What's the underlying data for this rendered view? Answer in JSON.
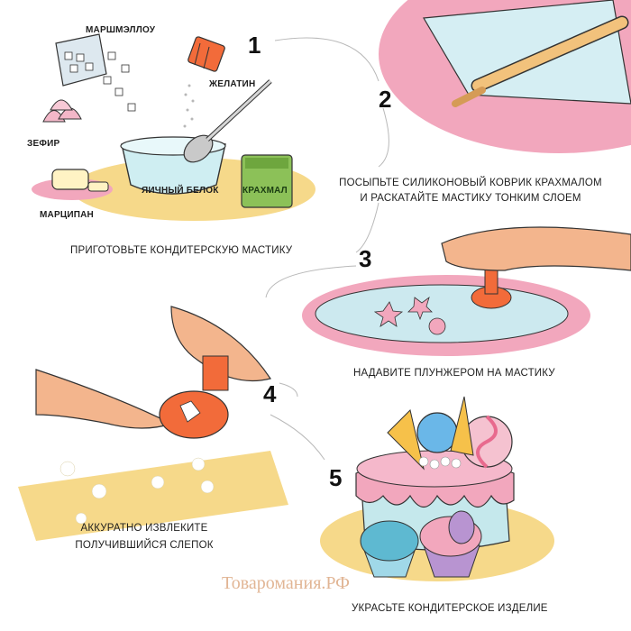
{
  "steps": [
    {
      "number": "1",
      "caption": "ПРИГОТОВЬТЕ КОНДИТЕРСКУЮ МАСТИКУ"
    },
    {
      "number": "2",
      "caption_line1": "ПОСЫПЬТЕ СИЛИКОНОВЫЙ КОВРИК КРАХМАЛОМ",
      "caption_line2": "И РАСКАТАЙТЕ МАСТИКУ ТОНКИМ СЛОЕМ"
    },
    {
      "number": "3",
      "caption": "НАДАВИТЕ ПЛУНЖЕРОМ НА МАСТИКУ"
    },
    {
      "number": "4",
      "caption_line1": "АККУРАТНО ИЗВЛЕКИТЕ",
      "caption_line2": "ПОЛУЧИВШИЙСЯ СЛЕПОК"
    },
    {
      "number": "5",
      "caption": "УКРАСЬТЕ КОНДИТЕРСКОЕ ИЗДЕЛИЕ"
    }
  ],
  "ingredients": {
    "marshmallow": "МАРШМЭЛЛОУ",
    "gelatin": "ЖЕЛАТИН",
    "zefir": "ЗЕФИР",
    "egg_white": "ЯИЧНЫЙ БЕЛОК",
    "starch": "КРАХМАЛ",
    "marzipan": "МАРЦИПАН"
  },
  "watermark": "Товаромания.РФ",
  "colors": {
    "pink": "#f2a7bd",
    "mint": "#c5e8ec",
    "yellow": "#f6d98a",
    "orange": "#f26b3a",
    "green": "#8cc158"
  }
}
